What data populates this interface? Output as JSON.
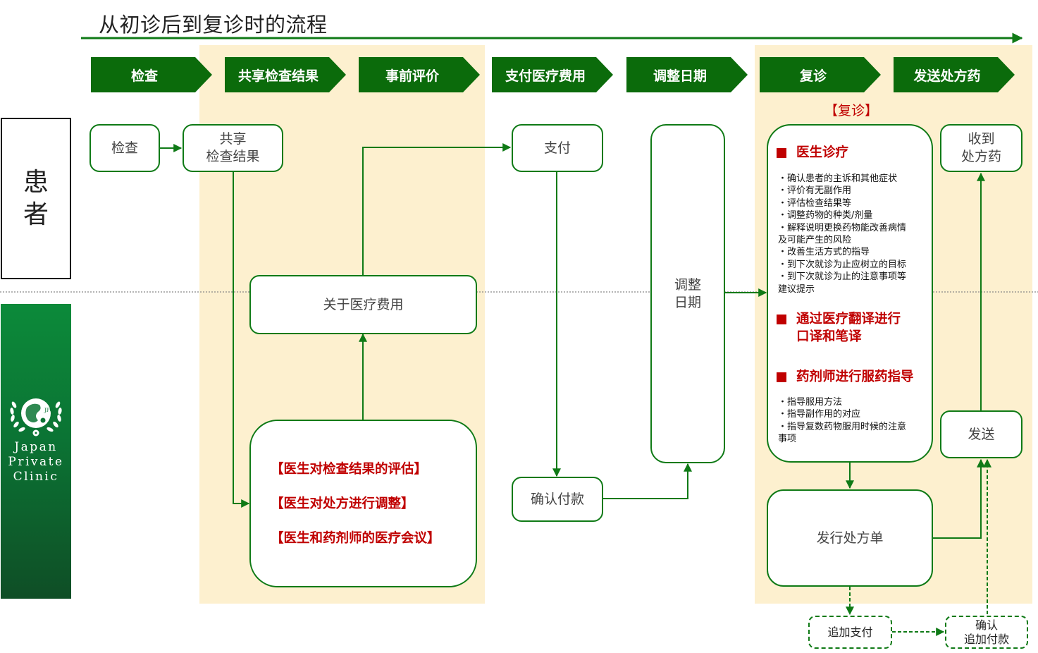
{
  "title": "从初诊后到复诊时的流程",
  "colors": {
    "primary_green": "#0b6b0b",
    "line_green": "#0f7a16",
    "highlight_zone": "#fdf0cf",
    "accent_red": "#c00000"
  },
  "stages": [
    {
      "label": "检查"
    },
    {
      "label": "共享检查结果"
    },
    {
      "label": "事前评价"
    },
    {
      "label": "支付医疗费用"
    },
    {
      "label": "调整日期"
    },
    {
      "label": "复诊"
    },
    {
      "label": "发送处方药"
    }
  ],
  "lanes": {
    "patient": {
      "line1": "患",
      "line2": "者"
    },
    "clinic": {
      "logo_icon": "jpc-laurel-globe-logo",
      "logo_text": "JPC",
      "name_lines": [
        "Japan",
        "Private",
        "Clinic"
      ]
    }
  },
  "nodes": {
    "exam": "检查",
    "share_results": {
      "line1": "共享",
      "line2": "检查结果"
    },
    "payment": "支付",
    "about_fees": "关于医疗费用",
    "doctor_review": [
      "【医生对检查结果的评估】",
      "【医生对处方进行调整】",
      "【医生和药剂师的医疗会议】"
    ],
    "confirm_payment": "确认付款",
    "adjust_date": {
      "line1": "调整",
      "line2": "日期"
    },
    "revisit_label": "【复诊】",
    "revisit": {
      "sections": [
        {
          "heading": "医生诊疗",
          "items": [
            "・确认患者的主诉和其他症状",
            "・评价有无副作用",
            "・评估检查结果等",
            "・调整药物的种类/剂量",
            "・解释说明更换药物能改善病情",
            "及可能产生的风险",
            "・改善生活方式的指导",
            "・到下次就诊为止应树立的目标",
            "・到下次就诊为止的注意事项等",
            "建议提示"
          ]
        },
        {
          "heading_line1": "通过医疗翻译进行",
          "heading_line2": "口译和笔译"
        },
        {
          "heading": "药剂师进行服药指导",
          "items": [
            "・指导服用方法",
            "・指导副作用的对应",
            "・指导复数药物服用时候的注意",
            "事项"
          ]
        }
      ]
    },
    "receive_meds": {
      "line1": "收到",
      "line2": "处方药"
    },
    "send": "发送",
    "issue_prescription": "发行处方单",
    "additional_payment": "追加支付",
    "confirm_additional": {
      "line1": "确认",
      "line2": "追加付款"
    }
  }
}
